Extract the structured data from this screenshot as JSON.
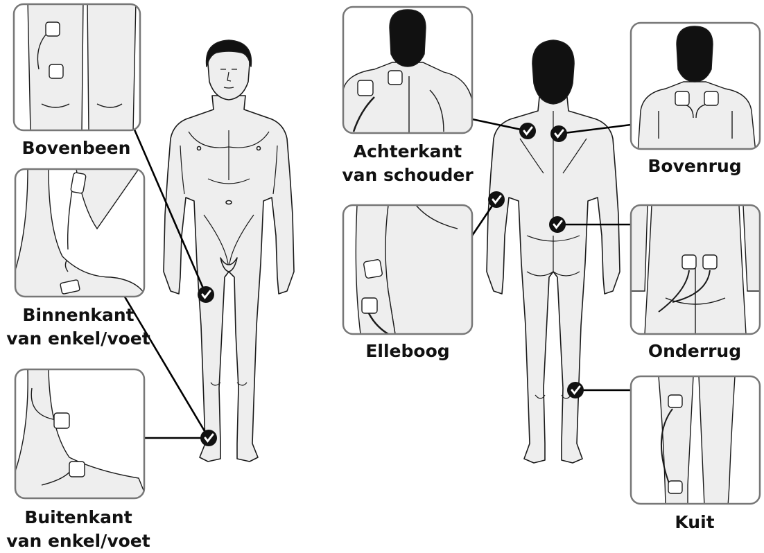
{
  "colors": {
    "skin": "#eeeeee",
    "outline": "#1a1a1a",
    "panel_border": "#777777",
    "hair": "#111111",
    "check": "#111111",
    "pad": "#ffffff"
  },
  "icons": [
    "check-marker-icon",
    "electrode-pad-icon"
  ],
  "labels": {
    "upper_leg": "Bovenbeen",
    "inner_ankle_1": "Binnenkant",
    "inner_ankle_2": "van enkel/voet",
    "outer_ankle_1": "Buitenkant",
    "outer_ankle_2": "van enkel/voet",
    "back_shoulder_1": "Achterkant",
    "back_shoulder_2": "van schouder",
    "elbow": "Elleboog",
    "upper_back": "Bovenrug",
    "lower_back": "Onderrug",
    "calf": "Kuit"
  }
}
